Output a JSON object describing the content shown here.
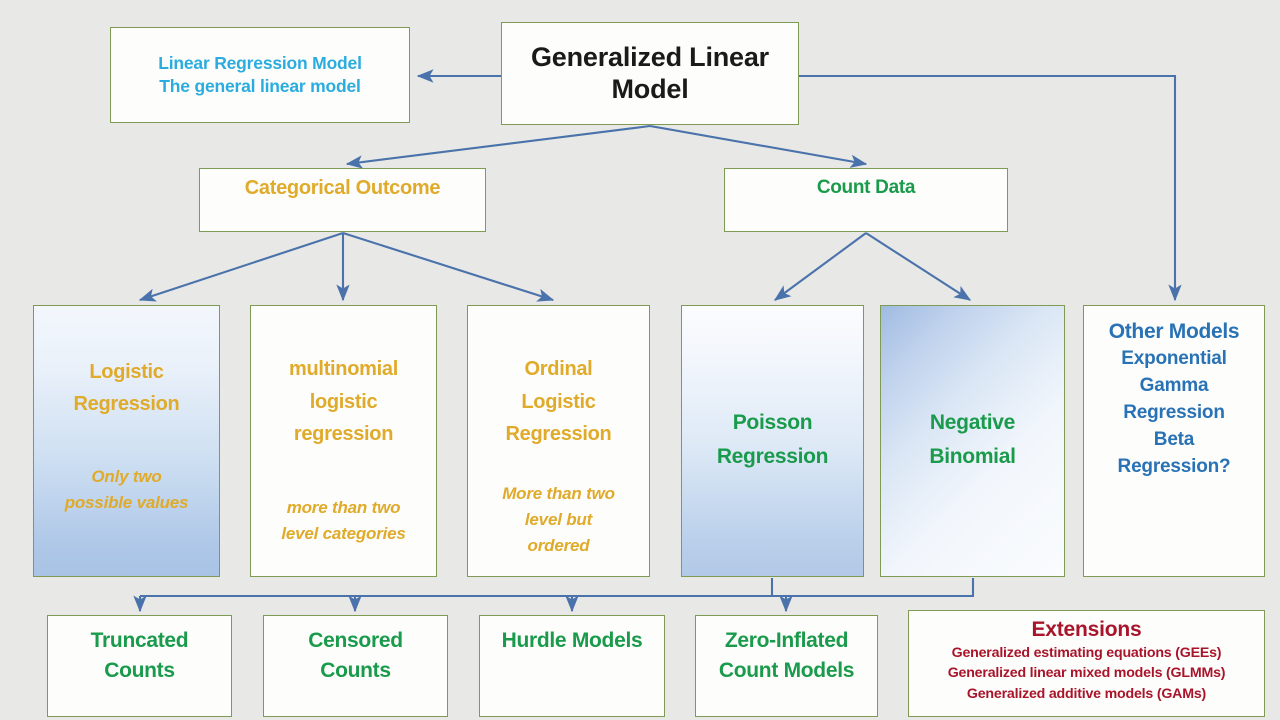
{
  "diagram": {
    "title": "Generalized Linear Model taxonomy",
    "background_color": "#e8e8e6",
    "box_border_color": "#7f9a53",
    "arrow_color": "#4a72ab",
    "colors": {
      "black": "#1a1a1a",
      "cyan": "#2bacdf",
      "gold": "#e0aa2a",
      "green": "#1a9b4c",
      "blue": "#2872b5",
      "dark_red": "#a8142a"
    }
  },
  "nodes": {
    "glm": {
      "label": "Generalized Linear\nModel"
    },
    "linear_regression": {
      "label": "Linear Regression Model\nThe general linear model"
    },
    "categorical_outcome": {
      "label": "Categorical Outcome"
    },
    "count_data": {
      "label": "Count Data"
    },
    "logistic": {
      "head": "Logistic\nRegression",
      "sub": "Only two\npossible values"
    },
    "multinomial": {
      "head": "multinomial\nlogistic\nregression",
      "sub": "more than two\nlevel categories"
    },
    "ordinal": {
      "head": "Ordinal\nLogistic\nRegression",
      "sub": "More than two\nlevel but\nordered"
    },
    "poisson": {
      "head": "Poisson\nRegression"
    },
    "negative_binomial": {
      "head": "Negative\nBinomial"
    },
    "other_models": {
      "head": "Other Models",
      "list": "Exponential\nGamma\nRegression\nBeta\nRegression?"
    },
    "truncated_counts": {
      "label": "Truncated\nCounts"
    },
    "censored_counts": {
      "label": "Censored\nCounts"
    },
    "hurdle_models": {
      "label": "Hurdle Models"
    },
    "zero_inflated": {
      "label": "Zero-Inflated\nCount Models"
    },
    "extensions": {
      "head": "Extensions",
      "list": "Generalized estimating equations (GEEs)\nGeneralized linear mixed models (GLMMs)\nGeneralized additive models (GAMs)"
    }
  },
  "edges": [
    {
      "from": "glm",
      "to": "linear_regression"
    },
    {
      "from": "glm",
      "to": "categorical_outcome"
    },
    {
      "from": "glm",
      "to": "count_data"
    },
    {
      "from": "glm",
      "to": "other_models"
    },
    {
      "from": "categorical_outcome",
      "to": "logistic"
    },
    {
      "from": "categorical_outcome",
      "to": "multinomial"
    },
    {
      "from": "categorical_outcome",
      "to": "ordinal"
    },
    {
      "from": "count_data",
      "to": "poisson"
    },
    {
      "from": "count_data",
      "to": "negative_binomial"
    },
    {
      "from": "poisson",
      "to": "truncated_counts"
    },
    {
      "from": "poisson",
      "to": "censored_counts"
    },
    {
      "from": "poisson",
      "to": "hurdle_models"
    },
    {
      "from": "poisson",
      "to": "zero_inflated"
    }
  ]
}
